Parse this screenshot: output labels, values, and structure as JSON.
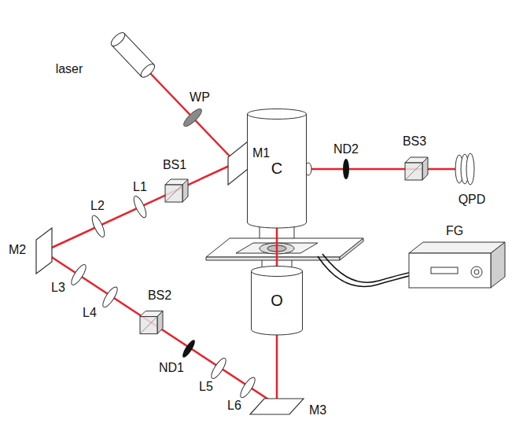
{
  "diagram": {
    "nodes": [
      {
        "text": [
          "C"
        ]
      },
      {
        "text": [
          "O"
        ]
      }
    ],
    "edges": [
      {
        "from": 1,
        "to": 0,
        "arrow": "none"
      }
    ],
    "labels": [
      "laser",
      "WP",
      "M1",
      "BS1",
      "L1",
      "L2",
      "M2",
      "L3",
      "L4",
      "BS2",
      "ND1",
      "L5",
      "L6",
      "M3",
      "ND2",
      "BS3",
      "QPD",
      "FG"
    ]
  }
}
